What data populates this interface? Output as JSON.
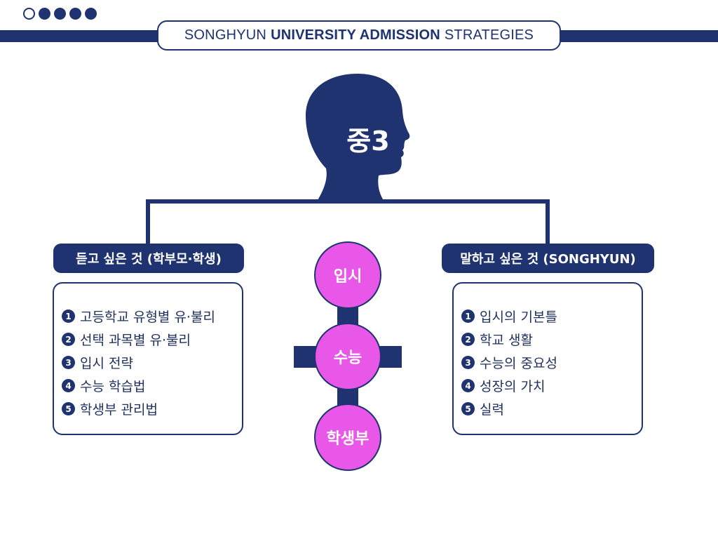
{
  "header": {
    "title_part1": "SONGHYUN",
    "title_part2": "UNIVERSITY ADMISSION",
    "title_part3": "STRATEGIES"
  },
  "head": {
    "label": "중3",
    "color": "#1e3370"
  },
  "left": {
    "heading": "듣고 싶은 것 (학부모·학생)",
    "items": [
      {
        "num": "1",
        "text": "고등학교 유형별 유·불리"
      },
      {
        "num": "2",
        "text": "선택 과목별 유·불리"
      },
      {
        "num": "3",
        "text": "입시 전략"
      },
      {
        "num": "4",
        "text": "수능 학습법"
      },
      {
        "num": "5",
        "text": "학생부 관리법"
      }
    ]
  },
  "right": {
    "heading": "말하고 싶은 것 (SONGHYUN)",
    "items": [
      {
        "num": "1",
        "text": "입시의 기본틀"
      },
      {
        "num": "2",
        "text": "학교 생활"
      },
      {
        "num": "3",
        "text": "수능의 중요성"
      },
      {
        "num": "4",
        "text": "성장의 가치"
      },
      {
        "num": "5",
        "text": "실력"
      }
    ]
  },
  "center": {
    "circles": [
      "입시",
      "수능",
      "학생부"
    ],
    "circle_color": "#e857e8",
    "navy": "#1e3370"
  }
}
